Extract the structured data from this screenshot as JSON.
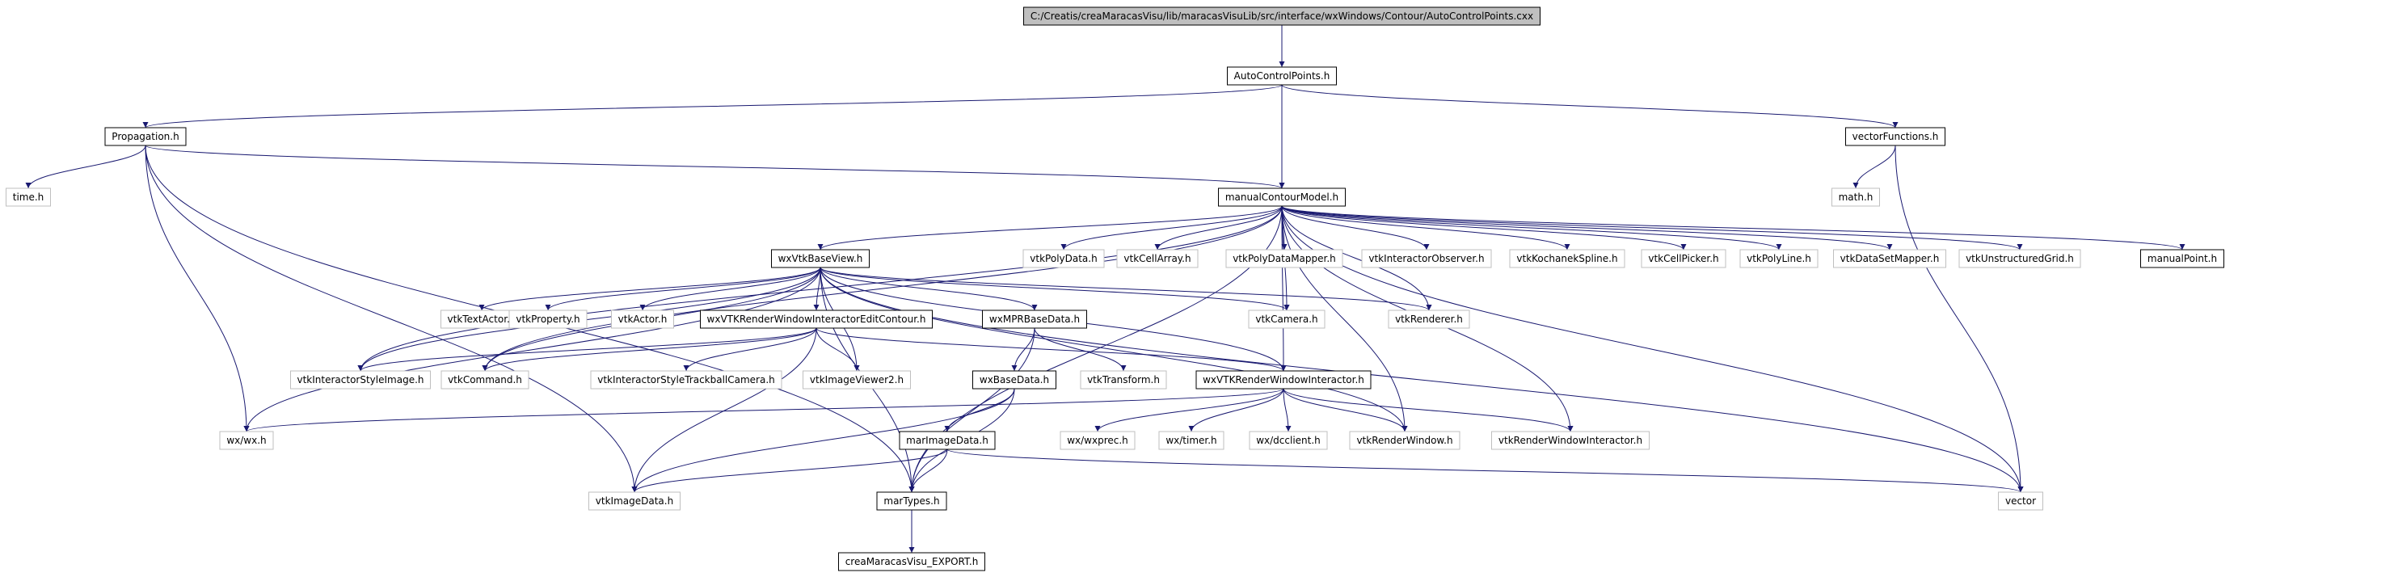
{
  "colors": {
    "edge": "#191970",
    "root_fill": "#bfbfbf",
    "documented_border": "#000000",
    "undocumented_border": "#bfbfbf",
    "background": "#ffffff"
  },
  "nodes": [
    {
      "id": "root",
      "label": "C:/Creatis/creaMaracasVisu/lib/maracasVisuLib/src/interface/wxWindows/Contour/AutoControlPoints.cxx",
      "style": "root"
    },
    {
      "id": "acp",
      "label": "AutoControlPoints.h",
      "style": "documented"
    },
    {
      "id": "prop",
      "label": "Propagation.h",
      "style": "documented"
    },
    {
      "id": "vecfun",
      "label": "vectorFunctions.h",
      "style": "documented"
    },
    {
      "id": "time",
      "label": "time.h",
      "style": "external"
    },
    {
      "id": "math",
      "label": "math.h",
      "style": "external"
    },
    {
      "id": "mcm",
      "label": "manualContourModel.h",
      "style": "documented"
    },
    {
      "id": "wxvtkbv",
      "label": "wxVtkBaseView.h",
      "style": "documented"
    },
    {
      "id": "vtkpolydata",
      "label": "vtkPolyData.h",
      "style": "external"
    },
    {
      "id": "vtkcellarray",
      "label": "vtkCellArray.h",
      "style": "external"
    },
    {
      "id": "vtkpdm",
      "label": "vtkPolyDataMapper.h",
      "style": "external"
    },
    {
      "id": "vtkio",
      "label": "vtkInteractorObserver.h",
      "style": "external"
    },
    {
      "id": "vtkks",
      "label": "vtkKochanekSpline.h",
      "style": "external"
    },
    {
      "id": "vtkcp",
      "label": "vtkCellPicker.h",
      "style": "external"
    },
    {
      "id": "vtkpl",
      "label": "vtkPolyLine.h",
      "style": "external"
    },
    {
      "id": "vtkdsm",
      "label": "vtkDataSetMapper.h",
      "style": "external"
    },
    {
      "id": "vtkug",
      "label": "vtkUnstructuredGrid.h",
      "style": "external"
    },
    {
      "id": "manualpoint",
      "label": "manualPoint.h",
      "style": "documented"
    },
    {
      "id": "vtktextactor",
      "label": "vtkTextActor.h",
      "style": "external"
    },
    {
      "id": "vtkproperty",
      "label": "vtkProperty.h",
      "style": "external"
    },
    {
      "id": "vtkactor",
      "label": "vtkActor.h",
      "style": "external"
    },
    {
      "id": "wxvtkrwiec",
      "label": "wxVTKRenderWindowInteractorEditContour.h",
      "style": "documented"
    },
    {
      "id": "wxmpr",
      "label": "wxMPRBaseData.h",
      "style": "documented"
    },
    {
      "id": "vtkcamera",
      "label": "vtkCamera.h",
      "style": "external"
    },
    {
      "id": "vtkrenderer",
      "label": "vtkRenderer.h",
      "style": "external"
    },
    {
      "id": "vtkisi",
      "label": "vtkInteractorStyleImage.h",
      "style": "external"
    },
    {
      "id": "vtkcommand",
      "label": "vtkCommand.h",
      "style": "external"
    },
    {
      "id": "vtkistc",
      "label": "vtkInteractorStyleTrackballCamera.h",
      "style": "external"
    },
    {
      "id": "vtkiv2",
      "label": "vtkImageViewer2.h",
      "style": "external"
    },
    {
      "id": "wxbasedata",
      "label": "wxBaseData.h",
      "style": "documented"
    },
    {
      "id": "vtktransform",
      "label": "vtkTransform.h",
      "style": "external"
    },
    {
      "id": "wxvtkrwi",
      "label": "wxVTKRenderWindowInteractor.h",
      "style": "documented"
    },
    {
      "id": "wxwx",
      "label": "wx/wx.h",
      "style": "external"
    },
    {
      "id": "marimagedata",
      "label": "marImageData.h",
      "style": "documented"
    },
    {
      "id": "wxprec",
      "label": "wx/wxprec.h",
      "style": "external"
    },
    {
      "id": "wxtimer",
      "label": "wx/timer.h",
      "style": "external"
    },
    {
      "id": "wxdcclient",
      "label": "wx/dcclient.h",
      "style": "external"
    },
    {
      "id": "vtkrw",
      "label": "vtkRenderWindow.h",
      "style": "external"
    },
    {
      "id": "vtkrwi",
      "label": "vtkRenderWindowInteractor.h",
      "style": "external"
    },
    {
      "id": "vtkimagedata",
      "label": "vtkImageData.h",
      "style": "external"
    },
    {
      "id": "martypes",
      "label": "marTypes.h",
      "style": "documented"
    },
    {
      "id": "vector",
      "label": "vector",
      "style": "external"
    },
    {
      "id": "export",
      "label": "creaMaracasVisu_EXPORT.h",
      "style": "documented"
    }
  ],
  "edges": [
    [
      "root",
      "acp"
    ],
    [
      "acp",
      "prop"
    ],
    [
      "acp",
      "mcm"
    ],
    [
      "acp",
      "vecfun"
    ],
    [
      "prop",
      "time"
    ],
    [
      "prop",
      "mcm"
    ],
    [
      "prop",
      "wxwx"
    ],
    [
      "prop",
      "vtkimagedata"
    ],
    [
      "prop",
      "martypes"
    ],
    [
      "vecfun",
      "math"
    ],
    [
      "vecfun",
      "vector"
    ],
    [
      "mcm",
      "wxvtkbv"
    ],
    [
      "mcm",
      "vtkpolydata"
    ],
    [
      "mcm",
      "vtkcellarray"
    ],
    [
      "mcm",
      "vtkpdm"
    ],
    [
      "mcm",
      "vtkio"
    ],
    [
      "mcm",
      "vtkks"
    ],
    [
      "mcm",
      "vtkcp"
    ],
    [
      "mcm",
      "vtkpl"
    ],
    [
      "mcm",
      "vtkdsm"
    ],
    [
      "mcm",
      "vtkug"
    ],
    [
      "mcm",
      "manualpoint"
    ],
    [
      "mcm",
      "vtkisi"
    ],
    [
      "mcm",
      "vtkcommand"
    ],
    [
      "mcm",
      "vtkcamera"
    ],
    [
      "mcm",
      "vtkrenderer"
    ],
    [
      "mcm",
      "wxvtkrwi"
    ],
    [
      "mcm",
      "vtkrw"
    ],
    [
      "mcm",
      "vtkrwi"
    ],
    [
      "mcm",
      "martypes"
    ],
    [
      "mcm",
      "vector"
    ],
    [
      "wxvtkbv",
      "vtktextactor"
    ],
    [
      "wxvtkbv",
      "vtkproperty"
    ],
    [
      "wxvtkbv",
      "vtkactor"
    ],
    [
      "wxvtkbv",
      "wxvtkrwiec"
    ],
    [
      "wxvtkbv",
      "wxmpr"
    ],
    [
      "wxvtkbv",
      "vtkcamera"
    ],
    [
      "wxvtkbv",
      "vtkrenderer"
    ],
    [
      "wxvtkbv",
      "vtkisi"
    ],
    [
      "wxvtkbv",
      "vtkcommand"
    ],
    [
      "wxvtkbv",
      "vtkiv2"
    ],
    [
      "wxvtkbv",
      "wxwx"
    ],
    [
      "wxvtkbv",
      "wxvtkrwi"
    ],
    [
      "wxvtkbv",
      "vtkrw"
    ],
    [
      "wxvtkbv",
      "martypes"
    ],
    [
      "wxvtkbv",
      "vector"
    ],
    [
      "wxvtkrwiec",
      "vtkisi"
    ],
    [
      "wxvtkrwiec",
      "vtkcommand"
    ],
    [
      "wxvtkrwiec",
      "vtkistc"
    ],
    [
      "wxvtkrwiec",
      "vtkiv2"
    ],
    [
      "wxvtkrwiec",
      "wxvtkrwi"
    ],
    [
      "wxvtkrwiec",
      "vtkimagedata"
    ],
    [
      "wxmpr",
      "wxbasedata"
    ],
    [
      "wxmpr",
      "vtktransform"
    ],
    [
      "wxmpr",
      "martypes"
    ],
    [
      "wxbasedata",
      "marimagedata"
    ],
    [
      "wxbasedata",
      "vtkimagedata"
    ],
    [
      "wxbasedata",
      "martypes"
    ],
    [
      "marimagedata",
      "vtkimagedata"
    ],
    [
      "marimagedata",
      "martypes"
    ],
    [
      "marimagedata",
      "vector"
    ],
    [
      "wxvtkrwi",
      "wxwx"
    ],
    [
      "wxvtkrwi",
      "wxprec"
    ],
    [
      "wxvtkrwi",
      "wxtimer"
    ],
    [
      "wxvtkrwi",
      "wxdcclient"
    ],
    [
      "wxvtkrwi",
      "vtkrw"
    ],
    [
      "wxvtkrwi",
      "vtkrwi"
    ],
    [
      "martypes",
      "export"
    ]
  ]
}
